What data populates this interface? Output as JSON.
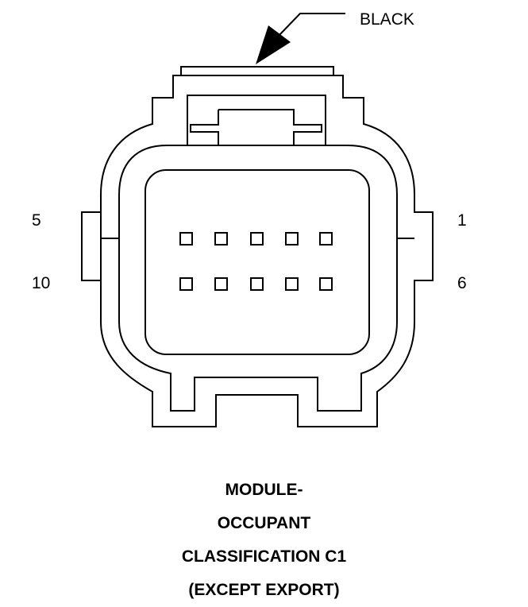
{
  "callout": {
    "color_label": "BLACK"
  },
  "pin_labels": {
    "top_left": "5",
    "bottom_left": "10",
    "top_right": "1",
    "bottom_right": "6"
  },
  "pins": {
    "rows": 2,
    "per_row": 5
  },
  "caption": {
    "line1": "MODULE-",
    "line2": "OCCUPANT",
    "line3": "CLASSIFICATION C1",
    "line4": "(EXCEPT EXPORT)"
  }
}
